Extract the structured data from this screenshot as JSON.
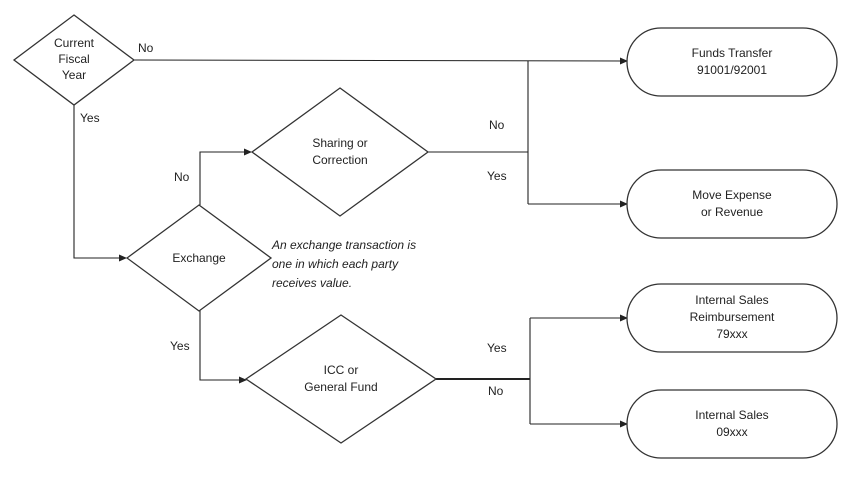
{
  "decisions": {
    "current_fiscal_year": [
      "Current",
      "Fiscal",
      "Year"
    ],
    "sharing_or_correction": [
      "Sharing or",
      "Correction"
    ],
    "exchange": [
      "Exchange"
    ],
    "icc_or_general_fund": [
      "ICC or",
      "General Fund"
    ]
  },
  "outcomes": {
    "funds_transfer": [
      "Funds Transfer",
      "91001/92001"
    ],
    "move_expense": [
      "Move Expense",
      "or Revenue"
    ],
    "internal_sales_reimbursement": [
      "Internal Sales",
      "Reimbursement",
      "79xxx"
    ],
    "internal_sales_09": [
      "Internal Sales",
      "09xxx"
    ]
  },
  "edge_labels": {
    "fiscal_no": "No",
    "fiscal_yes": "Yes",
    "exchange_no": "No",
    "exchange_yes": "Yes",
    "sharing_no": "No",
    "sharing_yes": "Yes",
    "icc_yes": "Yes",
    "icc_no": "No"
  },
  "note": [
    "An exchange transaction is",
    "one in which each party",
    "receives value."
  ]
}
